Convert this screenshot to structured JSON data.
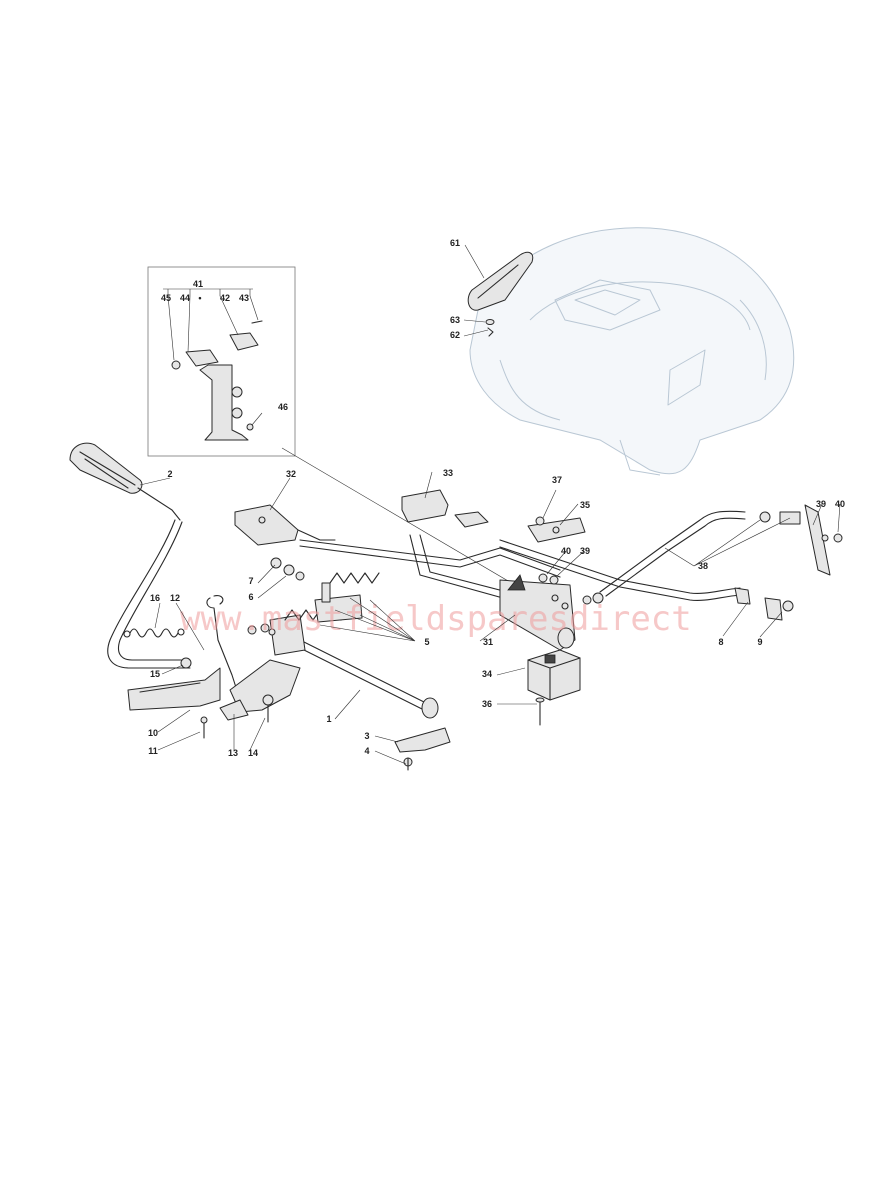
{
  "watermark": "www.mastfieldsparesdirect",
  "inset": {
    "group_label": "41",
    "dot": "•"
  },
  "callouts": {
    "c1": "1",
    "c2": "2",
    "c3": "3",
    "c4": "4",
    "c5": "5",
    "c6": "6",
    "c7": "7",
    "c8": "8",
    "c9": "9",
    "c10": "10",
    "c11": "11",
    "c12": "12",
    "c13": "13",
    "c14": "14",
    "c15": "15",
    "c16": "16",
    "c31": "31",
    "c32": "32",
    "c33": "33",
    "c34": "34",
    "c35": "35",
    "c36": "36",
    "c37": "37",
    "c38": "38",
    "c39a": "39",
    "c39b": "39",
    "c40a": "40",
    "c40b": "40",
    "c42": "42",
    "c43": "43",
    "c44": "44",
    "c45": "45",
    "c46": "46",
    "c61": "61",
    "c62": "62",
    "c63": "63"
  },
  "colors": {
    "line": "#2a2a2a",
    "ghost": "#b9c7d4",
    "watermark": "#ef9a9a"
  }
}
